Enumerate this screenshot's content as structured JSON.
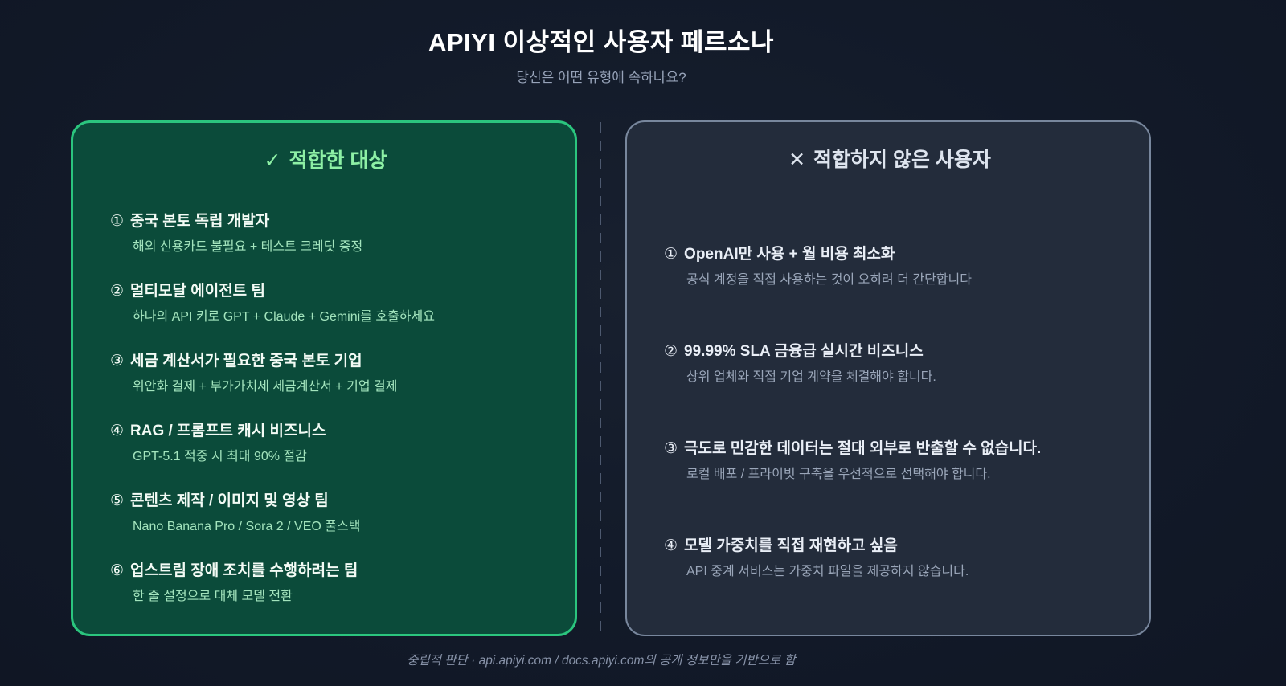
{
  "header": {
    "title": "APIYI 이상적인 사용자 페르소나",
    "subtitle": "당신은 어떤 유형에 속하나요?"
  },
  "left_card": {
    "icon": "✓",
    "title": "적합한 대상",
    "items": [
      {
        "num": "①",
        "title": "중국 본토 독립 개발자",
        "desc": "해외 신용카드 불필요 + 테스트 크레딧 증정"
      },
      {
        "num": "②",
        "title": "멀티모달 에이전트 팀",
        "desc": "하나의 API 키로 GPT + Claude + Gemini를 호출하세요"
      },
      {
        "num": "③",
        "title": "세금 계산서가 필요한 중국 본토 기업",
        "desc": "위안화 결제 + 부가가치세 세금계산서 + 기업 결제"
      },
      {
        "num": "④",
        "title": "RAG / 프롬프트 캐시 비즈니스",
        "desc": "GPT-5.1 적중 시 최대 90% 절감"
      },
      {
        "num": "⑤",
        "title": "콘텐츠 제작 / 이미지 및 영상 팀",
        "desc": "Nano Banana Pro / Sora 2 / VEO 풀스택"
      },
      {
        "num": "⑥",
        "title": "업스트림 장애 조치를 수행하려는 팀",
        "desc": "한 줄 설정으로 대체 모델 전환"
      }
    ]
  },
  "right_card": {
    "icon": "✕",
    "title": "적합하지 않은 사용자",
    "items": [
      {
        "num": "①",
        "title": "OpenAI만 사용 + 월 비용 최소화",
        "desc": "공식 계정을 직접 사용하는 것이 오히려 더 간단합니다"
      },
      {
        "num": "②",
        "title": "99.99% SLA 금융급 실시간 비즈니스",
        "desc": "상위 업체와 직접 기업 계약을 체결해야 합니다."
      },
      {
        "num": "③",
        "title": "극도로 민감한 데이터는 절대 외부로 반출할 수 없습니다.",
        "desc": "로컬 배포 / 프라이빗 구축을 우선적으로 선택해야 합니다."
      },
      {
        "num": "④",
        "title": "모델 가중치를 직접 재현하고 싶음",
        "desc": "API 중계 서비스는 가중치 파일을 제공하지 않습니다."
      }
    ]
  },
  "footer": {
    "note": "중립적 판단 · api.apiyi.com / docs.apiyi.com의 공개 정보만을 기반으로 함"
  },
  "colors": {
    "background": "#121a29",
    "suitable_border": "#2bc57e",
    "suitable_bg": "#0b4b3a",
    "suitable_header": "#8df0a5",
    "suitable_desc": "#a3e4bd",
    "unsuitable_border": "#78879d",
    "unsuitable_bg": "#232c3b",
    "unsuitable_header": "#dde4ee",
    "unsuitable_desc": "#9aa6b9",
    "divider": "#4d596f",
    "subtitle": "#97a3b9",
    "footer": "#8893a9"
  }
}
